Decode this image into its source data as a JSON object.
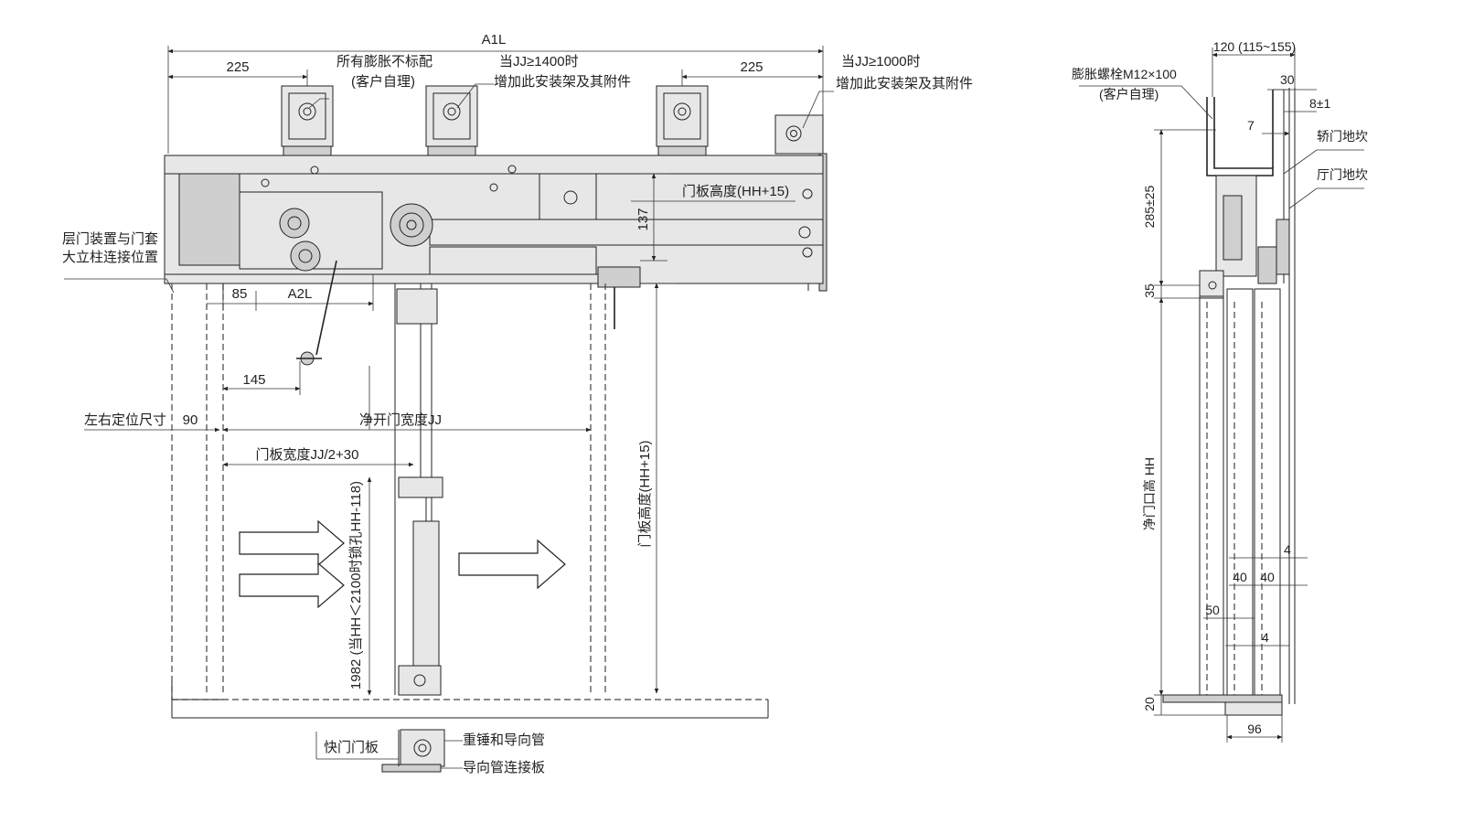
{
  "front_view": {
    "dimensions": {
      "a1l": "A1L",
      "left_225": "225",
      "right_225": "225",
      "height_137": "137",
      "door_height_top": "门板高度(HH+15)",
      "offset_85": "85",
      "a2l": "A2L",
      "offset_145": "145",
      "offset_90": "90",
      "clear_width": "净开门宽度JJ",
      "panel_width": "门板宽度JJ/2+30",
      "lock_height": "1982 (当HH＜2100时锁孔HH-118)",
      "door_height_side": "门板高度(HH+15)"
    },
    "callouts": {
      "anchor_bolts_1": "所有膨胀不标配",
      "anchor_bolts_2": "(客户自理)",
      "bracket_1400_1": "当JJ≥1400时",
      "bracket_1400_2": "增加此安装架及其附件",
      "bracket_1000_1": "当JJ≥1000时",
      "bracket_1000_2": "增加此安装架及其附件",
      "connection_1": "层门装置与门套",
      "connection_2": "大立柱连接位置",
      "positioning": "左右定位尺寸",
      "fast_panel": "快门门板",
      "counterweight": "重锤和导向管",
      "guide_plate": "导向管连接板"
    }
  },
  "side_view": {
    "dimensions": {
      "top_120": "120 (115~155)",
      "d30": "30",
      "d8": "8±1",
      "d7": "7",
      "d285": "285±25",
      "d35": "35",
      "clear_height": "净门口高 HH",
      "d4_top": "4",
      "d40_a": "40",
      "d40_b": "40",
      "d50": "50",
      "d4_bottom": "4",
      "d20": "20",
      "d96": "96"
    },
    "callouts": {
      "bolt_1": "膨胀螺栓M12×100",
      "bolt_2": "(客户自理)",
      "car_sill": "轿门地坎",
      "landing_sill": "厅门地坎"
    }
  }
}
